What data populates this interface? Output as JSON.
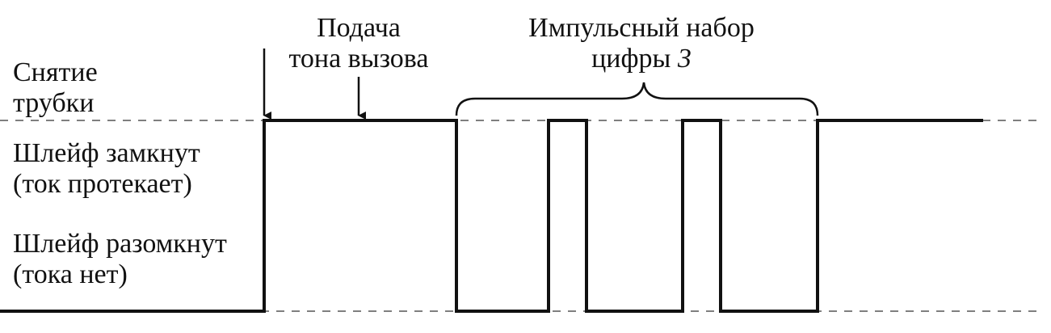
{
  "labels": {
    "off_hook": [
      "Снятие",
      "трубки"
    ],
    "dial_tone": [
      "Подача",
      "тона вызова"
    ],
    "pulse_dialing": [
      "Импульсный набор",
      "цифры",
      "3"
    ],
    "loop_closed": [
      "Шлейф замкнут",
      "(ток протекает)"
    ],
    "loop_open": [
      "Шлейф разомкнут",
      "(тока нет)"
    ]
  },
  "colors": {
    "signal": "#111111",
    "reference": "#555555",
    "text": "#111111"
  }
}
